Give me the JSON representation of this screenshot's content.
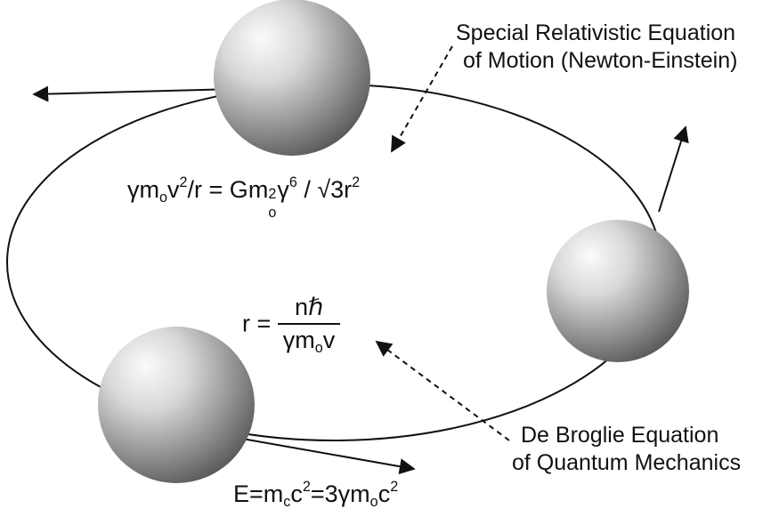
{
  "labels": {
    "relativistic_line1": "Special Relativistic Equation",
    "relativistic_line2": "of Motion (Newton-Einstein)",
    "debroglie_line1": "De Broglie Equation",
    "debroglie_line2": "of Quantum Mechanics"
  },
  "equations": {
    "motion": {
      "gamma": "γ",
      "m": "m",
      "o": "o",
      "v": "v",
      "two": "2",
      "slash_r_eq": "/r = ",
      "G": "G",
      "gamma6": "γ",
      "six": "6",
      "slash": " / ",
      "root": "√3r",
      "two_b": "2"
    },
    "radius": {
      "r_eq": "r = ",
      "numerator": "nℏ",
      "den_gamma": "γm",
      "den_o": "o",
      "den_v": "v"
    },
    "energy": {
      "E_eq_m": "E=m",
      "c_sub": "c",
      "c": "c",
      "two": "2",
      "eq_3gamma_m": "=3γm",
      "o_sub": "o",
      "c2": "c",
      "two_b": "2"
    }
  },
  "colors": {
    "line": "#111111",
    "sphere_light": "#fafafa",
    "sphere_dark": "#555555"
  }
}
